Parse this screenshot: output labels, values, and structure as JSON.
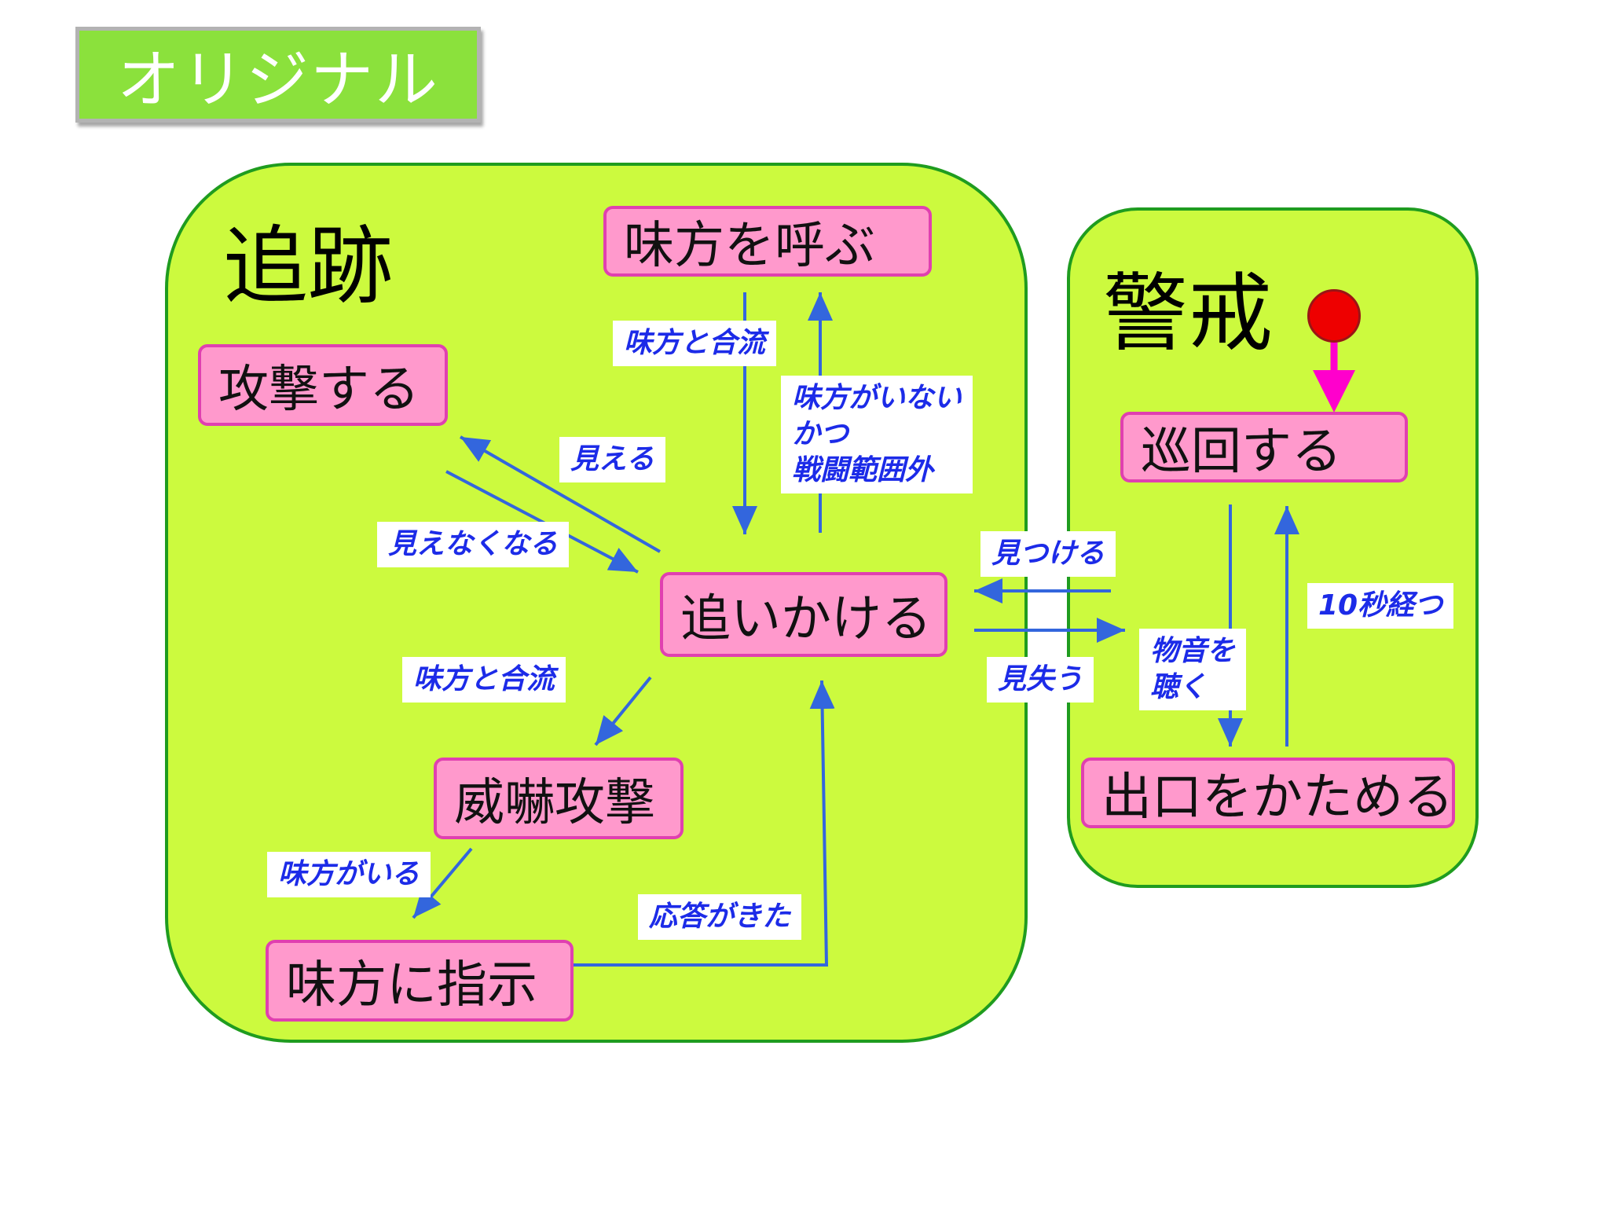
{
  "title": "オリジナル",
  "regions": {
    "chase": "追跡",
    "alert": "警戒"
  },
  "states": {
    "call_allies": "味方を呼ぶ",
    "attack": "攻撃する",
    "pursue": "追いかける",
    "intimidate": "威嚇攻撃",
    "instruct": "味方に指示",
    "patrol": "巡回する",
    "guard_exit": "出口をかためる"
  },
  "transitions": {
    "join_top": "味方と合流",
    "no_allies": "味方がいない\nかつ\n戦闘範囲外",
    "visible": "見える",
    "not_visible": "見えなくなる",
    "join_left": "味方と合流",
    "have_allies": "味方がいる",
    "reply": "応答がきた",
    "find": "見つける",
    "lose": "見失う",
    "hear": "物音を\n聴く",
    "ten_sec": "10秒経つ"
  },
  "colors": {
    "region_fill": "#ccfa3e",
    "region_border": "#1f9c1f",
    "state_fill": "#ff99cc",
    "state_border": "#e040b0",
    "arrow": "#3366dd",
    "label_text": "#1c2be8",
    "initial_arrow": "#ff00cc",
    "initial_dot": "#ee0000"
  }
}
